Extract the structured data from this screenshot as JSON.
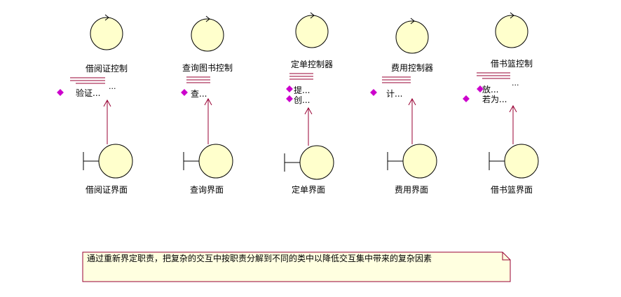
{
  "colors": {
    "fill": "#FFFFCC",
    "stroke": "#000000",
    "assoc": "#990033",
    "op_marker": "#CC00CC",
    "note_fill": "#FFFFE0",
    "note_border": "#990033"
  },
  "columns": [
    {
      "control": {
        "name": "借阅证控制",
        "ellipsis": "...",
        "ops": [
          "验证..."
        ]
      },
      "boundary": {
        "name": "借阅证界面"
      }
    },
    {
      "control": {
        "name": "查询图书控制",
        "ellipsis": "",
        "ops": [
          "查..."
        ]
      },
      "boundary": {
        "name": "查询界面"
      }
    },
    {
      "control": {
        "name": "定单控制器",
        "ellipsis": "",
        "ops": [
          "提...",
          "创..."
        ]
      },
      "boundary": {
        "name": "定单界面"
      }
    },
    {
      "control": {
        "name": "费用控制器",
        "ellipsis": "",
        "ops": [
          "计..."
        ]
      },
      "boundary": {
        "name": "费用界面"
      }
    },
    {
      "control": {
        "name": "借书篮控制",
        "ellipsis": "...",
        "ops": [
          "放...",
          "若为..."
        ]
      },
      "boundary": {
        "name": "借书篮界面"
      }
    }
  ],
  "note": {
    "text": "通过重新界定职责，把复杂的交互中按职责分解到不同的类中以降低交互集中带来的复杂因素"
  }
}
